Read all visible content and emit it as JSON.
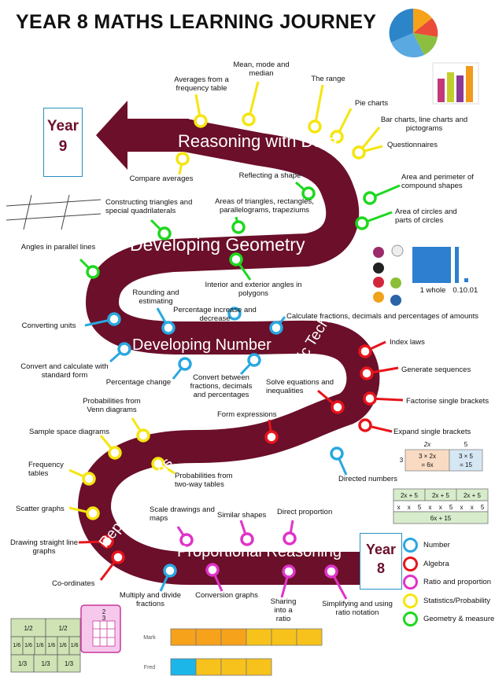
{
  "title": "YEAR 8 MATHS LEARNING JOURNEY",
  "year9": {
    "line1": "Year",
    "line2": "9"
  },
  "year8": {
    "line1": "Year",
    "line2": "8"
  },
  "topics": {
    "data": "Reasoning with Data",
    "geometry": "Developing Geometry",
    "number": "Developing Number",
    "algebra": "Algebraic Techniques",
    "representations": "Representations",
    "proportional": "Proportional Reasoning"
  },
  "colors": {
    "road": "#6b0f2a",
    "number": "#29a8e0",
    "algebra": "#e8141b",
    "ratio": "#e033c8",
    "statistics": "#f5e50f",
    "geometry": "#1ed81e",
    "year_box_border": "#2a8fbf"
  },
  "legend": [
    {
      "key": "number",
      "label": "Number"
    },
    {
      "key": "algebra",
      "label": "Algebra"
    },
    {
      "key": "ratio",
      "label": "Ratio and proportion"
    },
    {
      "key": "statistics",
      "label": "Statistics/Probability"
    },
    {
      "key": "geometry",
      "label": "Geometry & measure"
    }
  ],
  "milestones": [
    {
      "text": "Averages from a frequency table",
      "cat": "statistics"
    },
    {
      "text": "Mean, mode and median",
      "cat": "statistics"
    },
    {
      "text": "The range",
      "cat": "statistics"
    },
    {
      "text": "Pie charts",
      "cat": "statistics"
    },
    {
      "text": "Bar charts, line charts and pictograms",
      "cat": "statistics"
    },
    {
      "text": "Questionnaires",
      "cat": "statistics"
    },
    {
      "text": "Compare averages",
      "cat": "statistics"
    },
    {
      "text": "Reflecting a shape",
      "cat": "geometry"
    },
    {
      "text": "Area and perimeter of compound shapes",
      "cat": "geometry"
    },
    {
      "text": "Area of circles and parts of circles",
      "cat": "geometry"
    },
    {
      "text": "Constructing triangles and special quadrilaterals",
      "cat": "geometry"
    },
    {
      "text": "Areas of triangles, rectangles, parallelograms, trapeziums",
      "cat": "geometry"
    },
    {
      "text": "Angles in parallel lines",
      "cat": "geometry"
    },
    {
      "text": "Interior and exterior angles in polygons",
      "cat": "geometry"
    },
    {
      "text": "Rounding and estimating",
      "cat": "number"
    },
    {
      "text": "Percentage increase and decrease",
      "cat": "number"
    },
    {
      "text": "Calculate fractions, decimals and percentages of amounts",
      "cat": "number"
    },
    {
      "text": "Converting units",
      "cat": "number"
    },
    {
      "text": "Convert and calculate with standard form",
      "cat": "number"
    },
    {
      "text": "Percentage change",
      "cat": "number"
    },
    {
      "text": "Convert between fractions, decimals and percentages",
      "cat": "number"
    },
    {
      "text": "Index laws",
      "cat": "algebra"
    },
    {
      "text": "Generate sequences",
      "cat": "algebra"
    },
    {
      "text": "Factorise single brackets",
      "cat": "algebra"
    },
    {
      "text": "Solve equations and inequalities",
      "cat": "algebra"
    },
    {
      "text": "Form expressions",
      "cat": "algebra"
    },
    {
      "text": "Expand single brackets",
      "cat": "algebra"
    },
    {
      "text": "Directed numbers",
      "cat": "number"
    },
    {
      "text": "Probabilities from Venn diagrams",
      "cat": "statistics"
    },
    {
      "text": "Sample space diagrams",
      "cat": "statistics"
    },
    {
      "text": "Frequency tables",
      "cat": "statistics"
    },
    {
      "text": "Probabilities from two-way tables",
      "cat": "statistics"
    },
    {
      "text": "Scatter graphs",
      "cat": "statistics"
    },
    {
      "text": "Drawing straight line graphs",
      "cat": "algebra"
    },
    {
      "text": "Co-ordinates",
      "cat": "algebra"
    },
    {
      "text": "Scale drawings and maps",
      "cat": "ratio"
    },
    {
      "text": "Similar shapes",
      "cat": "ratio"
    },
    {
      "text": "Direct proportion",
      "cat": "ratio"
    },
    {
      "text": "Multiply and divide fractions",
      "cat": "number"
    },
    {
      "text": "Conversion graphs",
      "cat": "ratio"
    },
    {
      "text": "Sharing into a ratio",
      "cat": "ratio"
    },
    {
      "text": "Simplifying and using ratio notation",
      "cat": "ratio"
    }
  ],
  "side_images": {
    "expand_table": {
      "h1": "2x",
      "h2": "5",
      "factor": "3",
      "c1": "3 × 2x",
      "c1b": "= 6x",
      "c2": "3 × 5",
      "c2b": "= 15"
    },
    "bar_model": {
      "t1": "2x + 5",
      "t2": "2x + 5",
      "t3": "2x + 5",
      "cells": [
        "x",
        "x",
        "5",
        "x",
        "x",
        "5",
        "x",
        "x",
        "5"
      ],
      "total": "6x + 15"
    },
    "place_value": {
      "whole": "1 whole",
      "tenth": "0.1",
      "hundredth": "0.01"
    },
    "ratio_bars": {
      "name1": "Mark",
      "name2": "Fred"
    },
    "fraction_wall": {
      "half": "1/2",
      "sixth": "1/6",
      "third": "1/3"
    },
    "fraction_area": {
      "num": "2",
      "den": "3"
    }
  }
}
